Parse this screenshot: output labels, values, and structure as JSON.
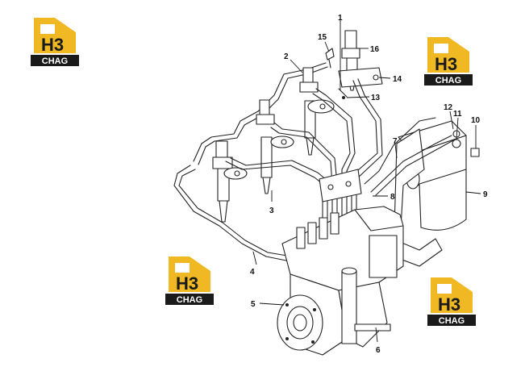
{
  "palette": {
    "logo_gold": "#f0b823",
    "logo_dark": "#1a1a1a",
    "line": "#222222"
  },
  "logos": [
    {
      "mark": "H3",
      "caption": "CHAG"
    },
    {
      "mark": "H3",
      "caption": "CHAG"
    },
    {
      "mark": "H3",
      "caption": "CHAG"
    },
    {
      "mark": "H3",
      "caption": "CHAG"
    }
  ],
  "callouts": [
    "1",
    "2",
    "3",
    "4",
    "5",
    "6",
    "7",
    "8",
    "9",
    "10",
    "11",
    "12",
    "13",
    "14",
    "15",
    "16"
  ]
}
